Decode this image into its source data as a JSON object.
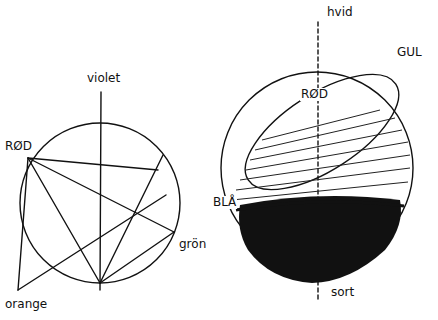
{
  "diagram": {
    "labels": [
      "violet",
      "RØD",
      "orange",
      "grön",
      "hvid",
      "RØD",
      "GUL",
      "BLÅ",
      "sort"
    ]
  }
}
